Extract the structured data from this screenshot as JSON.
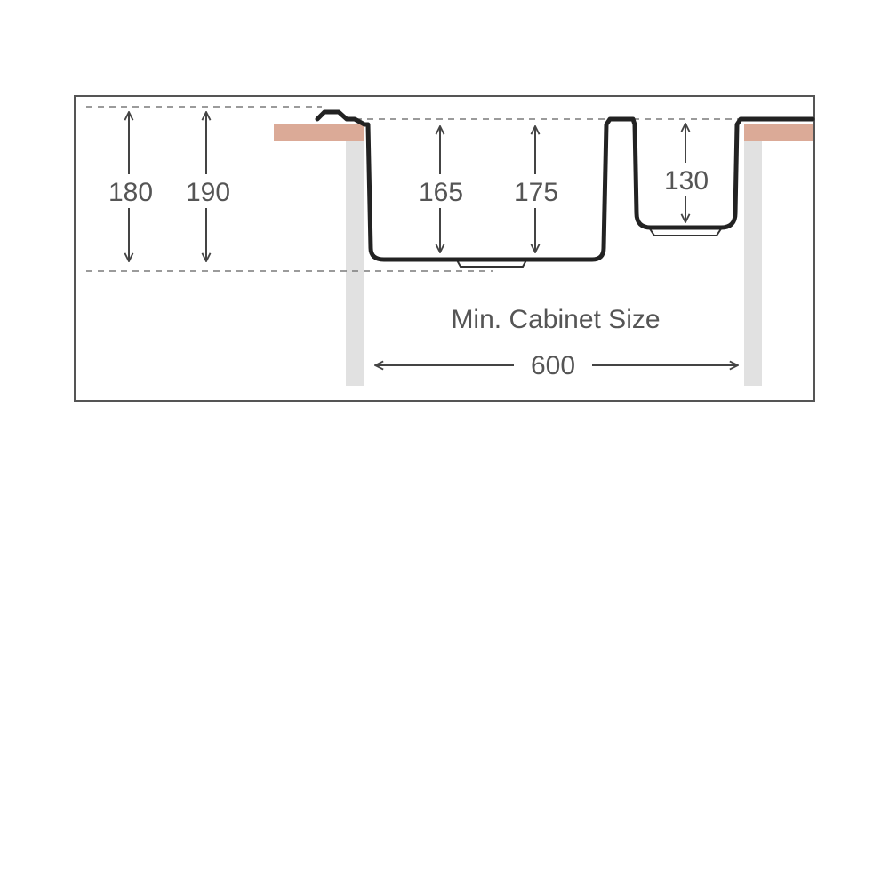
{
  "colors": {
    "background": "#ffffff",
    "frame": "#555555",
    "worktop": "#dbaa97",
    "cabinet": "#e1e1e1",
    "sink_outline": "#222222",
    "text": "#555555"
  },
  "dimensions": {
    "cutout_depth_1": "180",
    "cutout_depth_2": "190",
    "main_bowl_depth_1": "165",
    "main_bowl_depth_2": "175",
    "half_bowl_depth": "130"
  },
  "caption": {
    "label": "Min. Cabinet Size",
    "value": "600"
  }
}
